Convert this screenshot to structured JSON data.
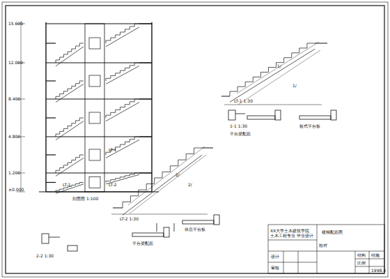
{
  "diagram": {
    "labels": [
      "15.600",
      "12.000",
      "8.400",
      "4.800",
      "1.200",
      "±0.000",
      "LT-1",
      "LT-2",
      "LT-1",
      "剖面图 1:100",
      "LT-1 1:30",
      "1-1 1:30",
      "平台梁配筋",
      "板式平台板",
      "LT-2 1:30",
      "2-2 1:30",
      "平台梁配筋",
      "休息平台板",
      "1/",
      "1/",
      "2/",
      "2/",
      "XX大学土木建筑学院",
      "土木工程专业 毕业设计",
      "设计",
      "审核",
      "校对",
      "楼梯配筋图",
      "结构",
      "结施",
      "比例",
      "1998.4"
    ]
  }
}
